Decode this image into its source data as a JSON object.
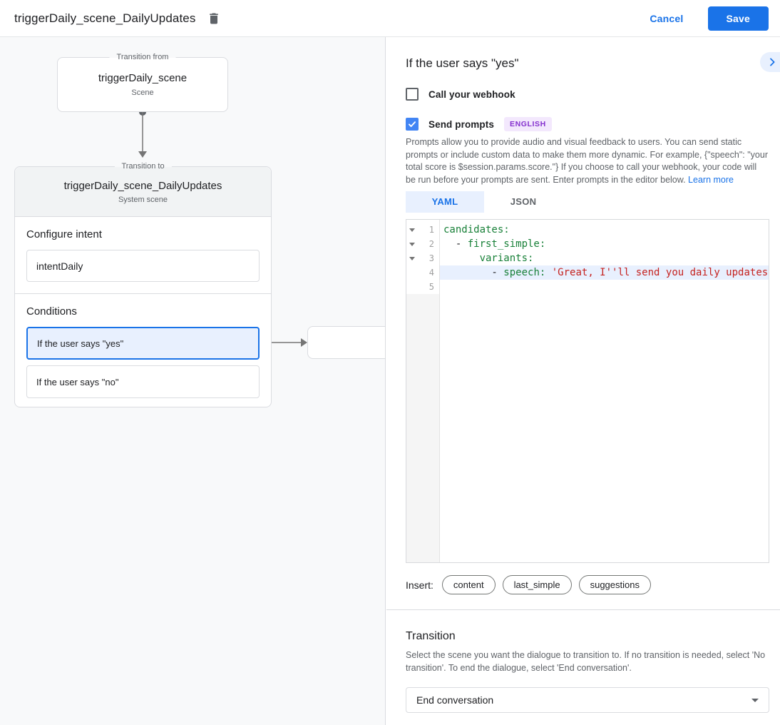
{
  "header": {
    "title": "triggerDaily_scene_DailyUpdates",
    "cancel_label": "Cancel",
    "save_label": "Save"
  },
  "colors": {
    "accent": "#1a73e8",
    "checkbox": "#4285f4",
    "selection_bg": "#e8f0fe",
    "badge_bg": "#f3e8fd",
    "badge_text": "#8430ce",
    "code_key": "#188038",
    "code_string": "#c5221f",
    "canvas_bg": "#f8f9fa",
    "card_header_bg": "#f1f3f4"
  },
  "diagram": {
    "from_node": {
      "legend": "Transition from",
      "title": "triggerDaily_scene",
      "subtitle": "Scene"
    },
    "to_node": {
      "legend": "Transition to",
      "title": "triggerDaily_scene_DailyUpdates",
      "subtitle": "System scene",
      "intent_section": {
        "label": "Configure intent",
        "value": "intentDaily"
      },
      "conditions_section": {
        "label": "Conditions",
        "items": [
          {
            "label": "If the user says \"yes\"",
            "selected": true
          },
          {
            "label": "If the user says \"no\"",
            "selected": false
          }
        ]
      }
    }
  },
  "panel": {
    "title": "If the user says \"yes\"",
    "webhook": {
      "label": "Call your webhook",
      "checked": false
    },
    "prompts": {
      "label": "Send prompts",
      "checked": true,
      "badge": "ENGLISH",
      "description": "Prompts allow you to provide audio and visual feedback to users. You can send static prompts or include custom data to make them more dynamic. For example, {\"speech\": \"your total score is $session.params.score.\"} If you choose to call your webhook, your code will be run before your prompts are sent. Enter prompts in the editor below. ",
      "learn_more": "Learn more"
    },
    "editor": {
      "tabs": [
        {
          "label": "YAML",
          "active": true
        },
        {
          "label": "JSON",
          "active": false
        }
      ],
      "lines": [
        {
          "num": 1,
          "collapsible": true,
          "highlight": false,
          "segments": [
            {
              "t": "candidates:",
              "k": "key"
            }
          ]
        },
        {
          "num": 2,
          "collapsible": true,
          "highlight": false,
          "segments": [
            {
              "t": "  - ",
              "k": "plain"
            },
            {
              "t": "first_simple:",
              "k": "key"
            }
          ]
        },
        {
          "num": 3,
          "collapsible": true,
          "highlight": false,
          "segments": [
            {
              "t": "      ",
              "k": "plain"
            },
            {
              "t": "variants:",
              "k": "key"
            }
          ]
        },
        {
          "num": 4,
          "collapsible": false,
          "highlight": true,
          "segments": [
            {
              "t": "        - ",
              "k": "plain"
            },
            {
              "t": "speech:",
              "k": "key"
            },
            {
              "t": " ",
              "k": "plain"
            },
            {
              "t": "'Great, I''ll send you daily updates.",
              "k": "str"
            }
          ]
        },
        {
          "num": 5,
          "collapsible": false,
          "highlight": false,
          "segments": []
        }
      ]
    },
    "insert": {
      "label": "Insert:",
      "buttons": [
        "content",
        "last_simple",
        "suggestions"
      ]
    },
    "transition": {
      "title": "Transition",
      "description": "Select the scene you want the dialogue to transition to. If no transition is needed, select 'No transition'. To end the dialogue, select 'End conversation'.",
      "selected_value": "End conversation"
    }
  }
}
